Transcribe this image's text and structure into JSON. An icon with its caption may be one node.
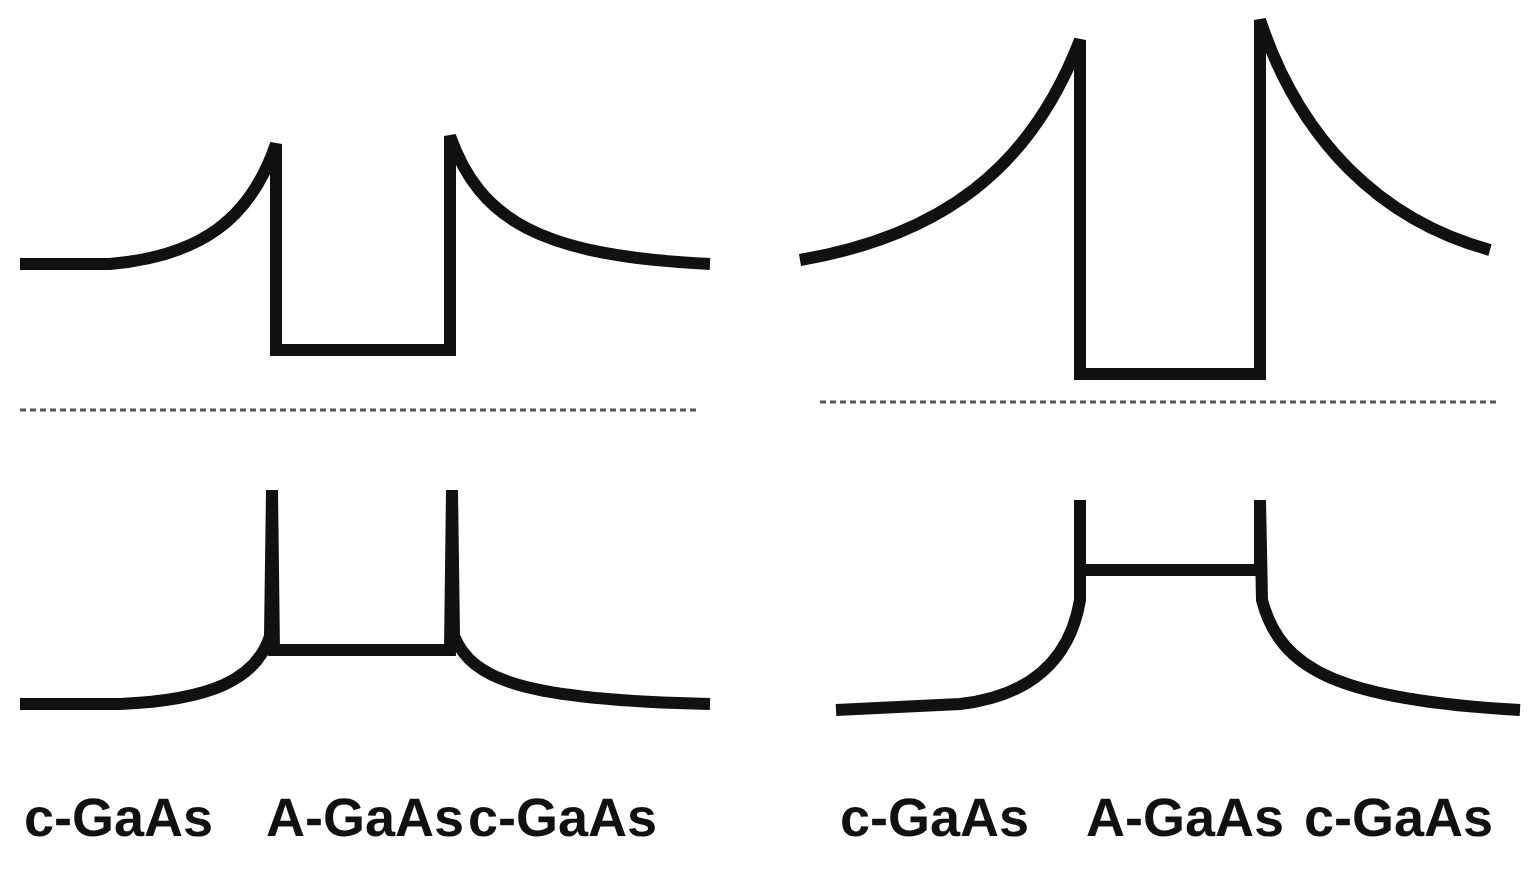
{
  "diagram": {
    "labels": [
      "c-GaAs",
      "A-GaAs",
      "c-GaAs",
      "c-GaAs",
      "A-GaAs",
      "c-GaAs"
    ]
  }
}
